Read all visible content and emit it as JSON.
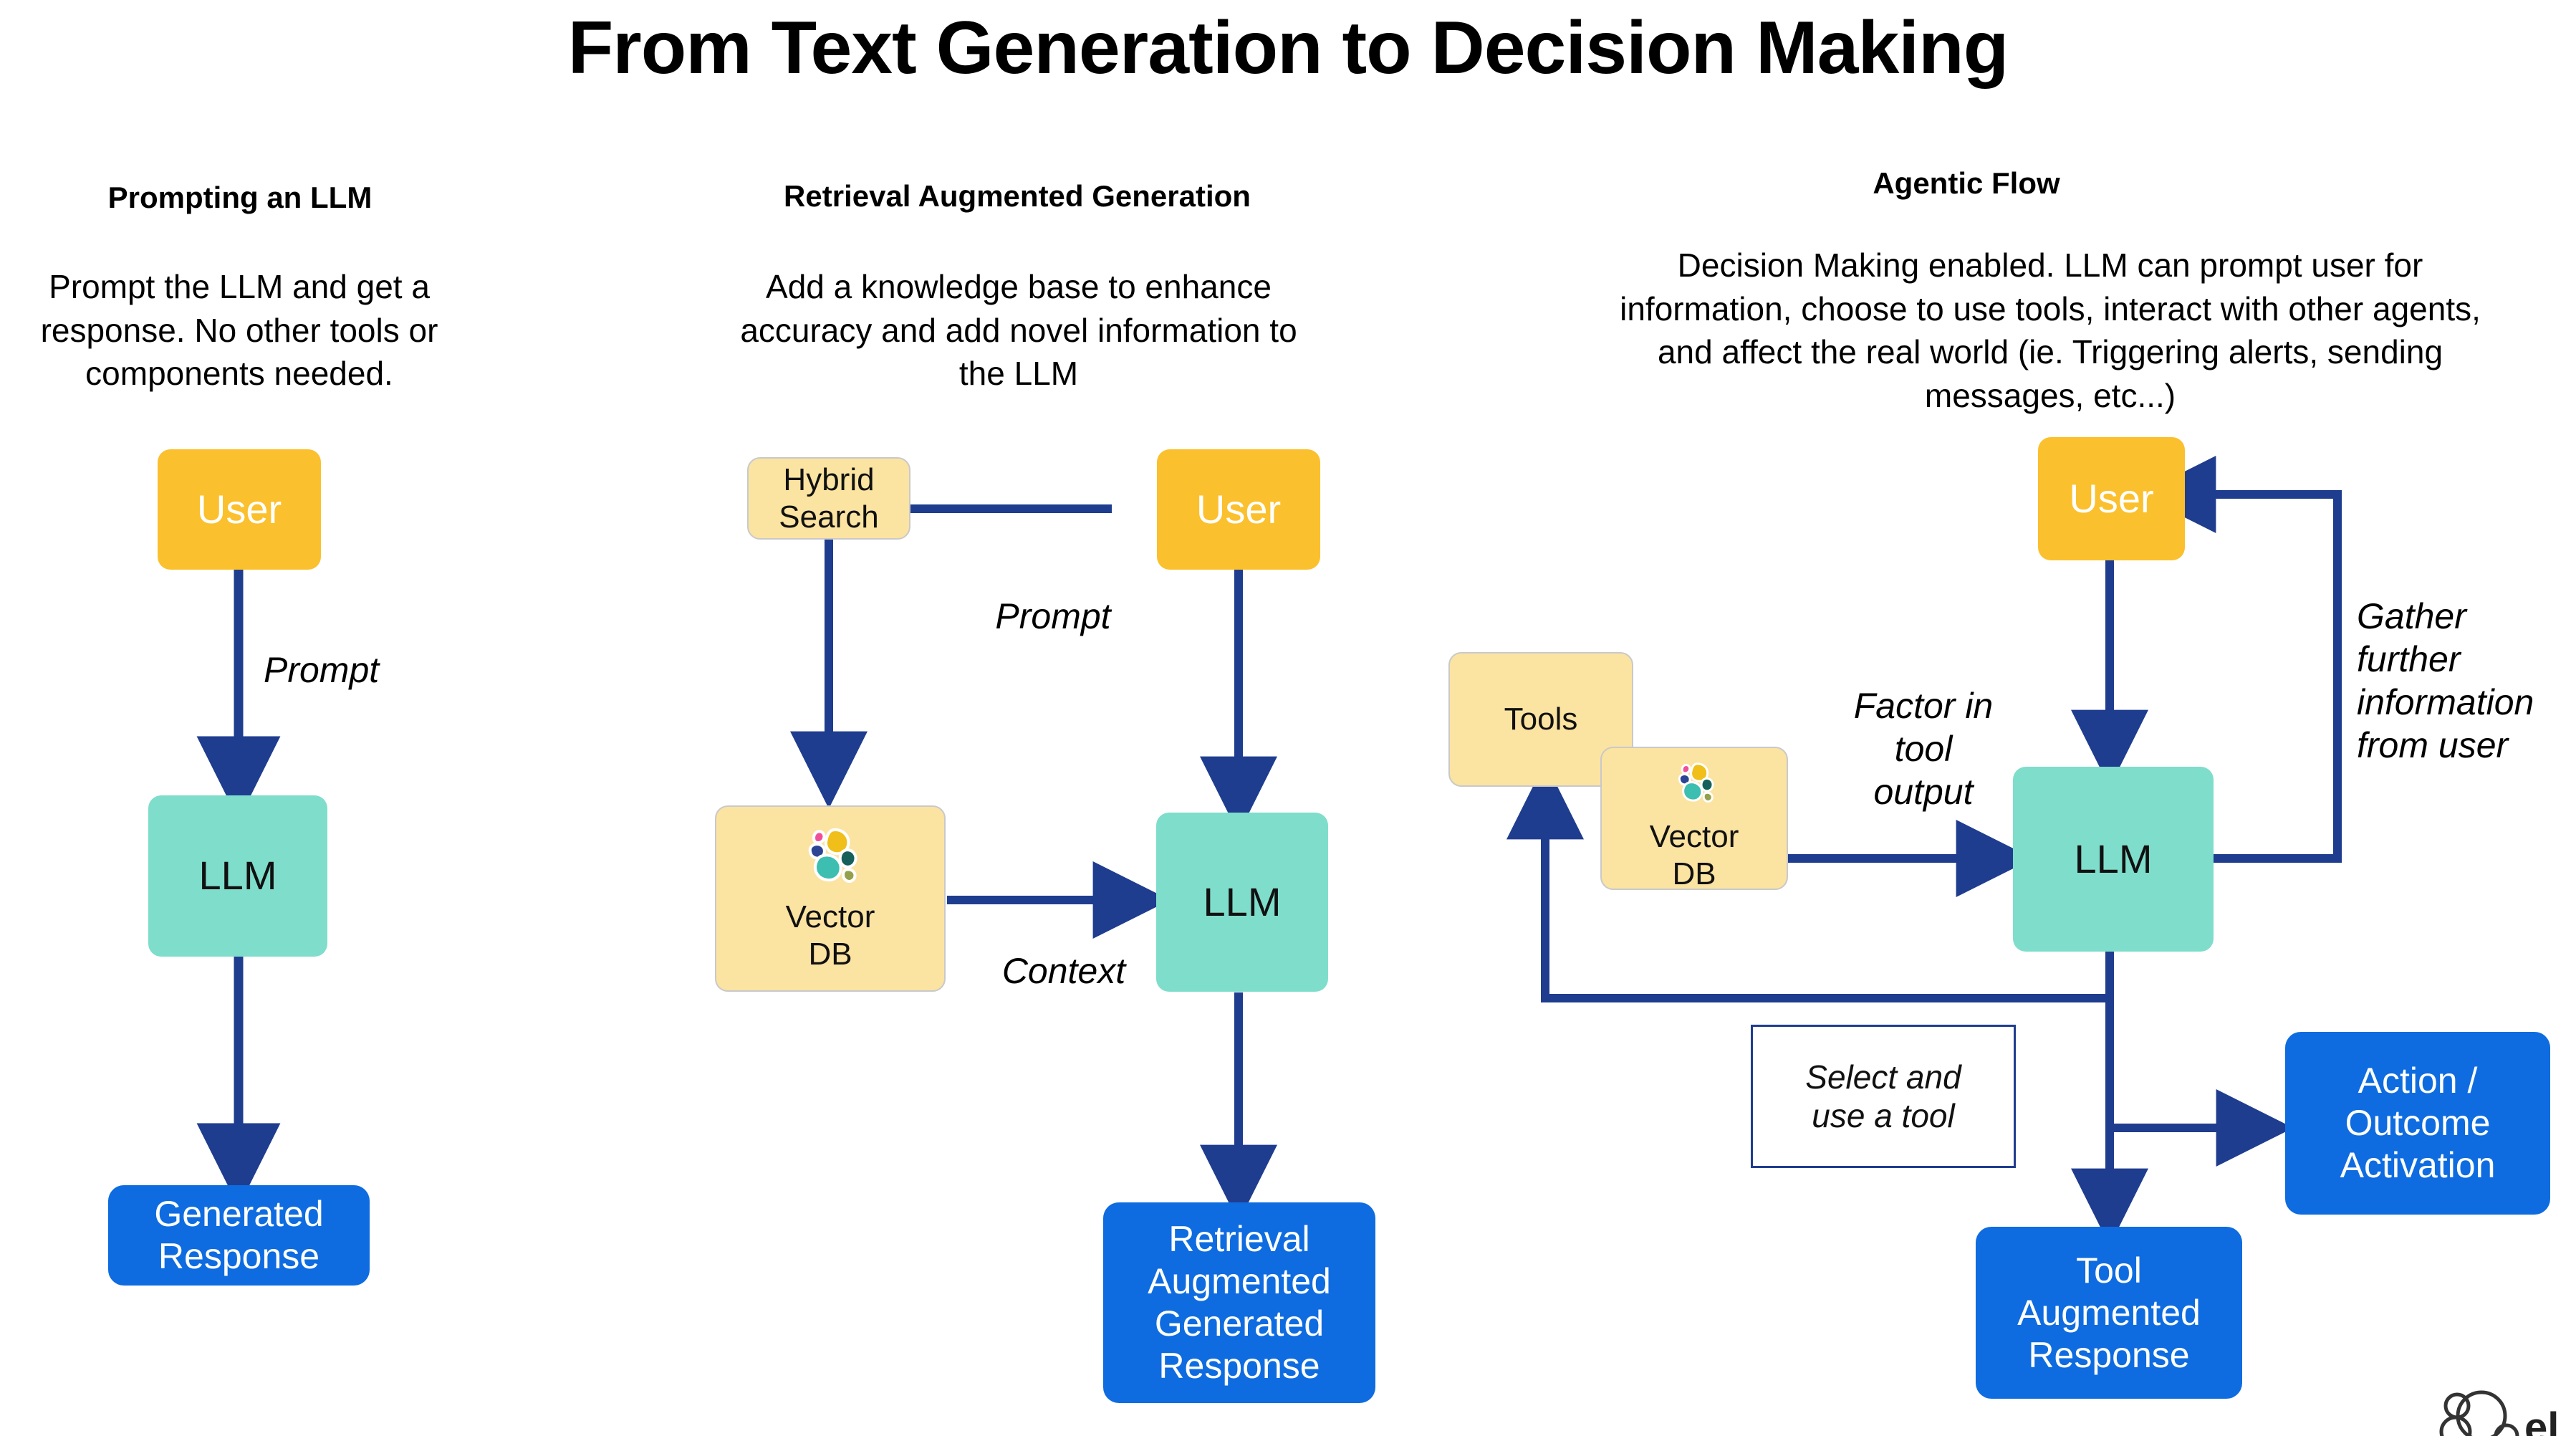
{
  "title": "From Text Generation to Decision Making",
  "columns": [
    {
      "id": "prompting",
      "heading": "Prompting an LLM",
      "description": "Prompt the LLM and get a response. No other tools or components needed.",
      "nodes": [
        {
          "id": "user",
          "label": "User",
          "kind": "user"
        },
        {
          "id": "llm",
          "label": "LLM",
          "kind": "llm"
        },
        {
          "id": "output",
          "label": "Generated\nResponse",
          "kind": "output"
        }
      ],
      "edge_labels": [
        "Prompt"
      ]
    },
    {
      "id": "rag",
      "heading": "Retrieval Augmented Generation",
      "description": "Add a knowledge base to enhance accuracy and add novel information to the LLM",
      "nodes": [
        {
          "id": "hybrid-search",
          "label": "Hybrid\nSearch",
          "kind": "soft"
        },
        {
          "id": "user",
          "label": "User",
          "kind": "user"
        },
        {
          "id": "vector-db",
          "label": "Vector\nDB",
          "kind": "soft-icon",
          "icon": "elasticsearch-logo"
        },
        {
          "id": "llm",
          "label": "LLM",
          "kind": "llm"
        },
        {
          "id": "output",
          "label": "Retrieval\nAugmented\nGenerated\nResponse",
          "kind": "output"
        }
      ],
      "edge_labels": [
        "Prompt",
        "Context"
      ]
    },
    {
      "id": "agentic",
      "heading": "Agentic Flow",
      "description": "Decision Making enabled. LLM can prompt user for information, choose to use tools, interact with other agents, and affect the real world (ie. Triggering alerts, sending messages, etc...)",
      "nodes": [
        {
          "id": "user",
          "label": "User",
          "kind": "user"
        },
        {
          "id": "tools",
          "label": "Tools",
          "kind": "soft"
        },
        {
          "id": "vector-db",
          "label": "Vector\nDB",
          "kind": "soft-icon",
          "icon": "elasticsearch-logo"
        },
        {
          "id": "llm",
          "label": "LLM",
          "kind": "llm"
        },
        {
          "id": "action",
          "label": "Action /\nOutcome\nActivation",
          "kind": "output"
        },
        {
          "id": "tool-response",
          "label": "Tool\nAugmented\nResponse",
          "kind": "output"
        },
        {
          "id": "select-tool",
          "label": "Select and\nuse a tool",
          "kind": "plain"
        }
      ],
      "edge_labels": [
        "Factor in\ntool\noutput",
        "Gather\nfurther\ninformation\nfrom user"
      ]
    }
  ],
  "labels": {
    "col1_title": "Prompting an LLM",
    "col1_desc": "Prompt the LLM and get a response. No other tools or components needed.",
    "col1_user": "User",
    "col1_llm": "LLM",
    "col1_prompt": "Prompt",
    "col1_out_l1": "Generated",
    "col1_out_l2": "Response",
    "col2_title": "Retrieval Augmented Generation",
    "col2_desc": "Add a knowledge base to enhance accuracy and add novel information to the LLM",
    "col2_hybrid_l1": "Hybrid",
    "col2_hybrid_l2": "Search",
    "col2_user": "User",
    "col2_prompt": "Prompt",
    "col2_vector_l1": "Vector",
    "col2_vector_l2": "DB",
    "col2_llm": "LLM",
    "col2_context": "Context",
    "col2_out_l1": "Retrieval",
    "col2_out_l2": "Augmented",
    "col2_out_l3": "Generated",
    "col2_out_l4": "Response",
    "col3_title": "Agentic Flow",
    "col3_desc": "Decision Making enabled. LLM can prompt user for information, choose to use tools, interact with other agents, and affect the real world (ie. Triggering alerts, sending messages, etc...)",
    "col3_user": "User",
    "col3_tools": "Tools",
    "col3_vector_l1": "Vector",
    "col3_vector_l2": "DB",
    "col3_llm": "LLM",
    "col3_factor_l1": "Factor in",
    "col3_factor_l2": "tool",
    "col3_factor_l3": "output",
    "col3_gather_l1": "Gather",
    "col3_gather_l2": "further",
    "col3_gather_l3": "information",
    "col3_gather_l4": "from user",
    "col3_select_l1": "Select and",
    "col3_select_l2": "use a tool",
    "col3_action_l1": "Action /",
    "col3_action_l2": "Outcome",
    "col3_action_l3": "Activation",
    "col3_toolresp_l1": "Tool",
    "col3_toolresp_l2": "Augmented",
    "col3_toolresp_l3": "Response"
  },
  "colors": {
    "user_box": "#FBC02D",
    "llm_box": "#7FDDCB",
    "output_box": "#0E6CE0",
    "soft_box": "#FBE3A2",
    "arrow": "#1F3D8F",
    "text_dark": "#000000",
    "text_light": "#FFFFFF",
    "background": "#FFFFFF"
  },
  "icons": {
    "elasticsearch_logo": "elasticsearch-logo",
    "watermark": "elastic-wordmark"
  }
}
